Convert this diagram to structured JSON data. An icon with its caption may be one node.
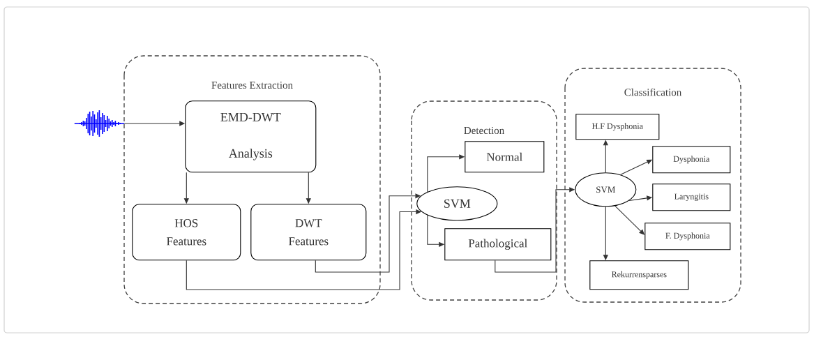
{
  "diagram": {
    "nodes": [
      {
        "text": [
          "Features Extraction"
        ]
      },
      {
        "text": [
          "EMD-DWT Analysis"
        ],
        "in": 0
      },
      {
        "text": [
          "HOS Features"
        ],
        "in": 0
      },
      {
        "text": [
          "DWT Features"
        ],
        "in": 0
      },
      {
        "text": [
          "Detection"
        ]
      },
      {
        "text": [
          "SVM"
        ],
        "in": 4
      },
      {
        "text": [
          "Normal"
        ],
        "in": 4
      },
      {
        "text": [
          "Pathological"
        ],
        "in": 4
      },
      {
        "text": [
          "Classification"
        ]
      },
      {
        "text": [
          "SVM"
        ],
        "in": 8
      },
      {
        "text": [
          "H.F Dysphonia"
        ],
        "in": 8
      },
      {
        "text": [
          "Dysphonia"
        ],
        "in": 8
      },
      {
        "text": [
          "Laryngitis"
        ],
        "in": 8
      },
      {
        "text": [
          "F. Dysphonia"
        ],
        "in": 8
      },
      {
        "text": [
          "Rekurrensparses"
        ],
        "in": 8
      },
      {
        "text": [],
        "shape": "picture"
      }
    ],
    "edges": [
      {
        "from": 15,
        "to": 1,
        "arrow": "to"
      },
      {
        "from": 1,
        "to": 2,
        "arrow": "to"
      },
      {
        "from": 1,
        "to": 3,
        "arrow": "to"
      },
      {
        "from": 3,
        "to": 5,
        "arrow": "to"
      },
      {
        "from": 2,
        "to": 5,
        "arrow": "to"
      },
      {
        "from": 5,
        "to": 6,
        "arrow": "to"
      },
      {
        "from": 5,
        "to": 7,
        "arrow": "to"
      },
      {
        "from": 7,
        "to": 9,
        "arrow": "to"
      },
      {
        "from": 9,
        "to": 10,
        "arrow": "to"
      },
      {
        "from": 9,
        "to": 11,
        "arrow": "to"
      },
      {
        "from": 9,
        "to": 12,
        "arrow": "to"
      },
      {
        "from": 9,
        "to": 13,
        "arrow": "to"
      },
      {
        "from": 9,
        "to": 14,
        "arrow": "to"
      }
    ]
  }
}
